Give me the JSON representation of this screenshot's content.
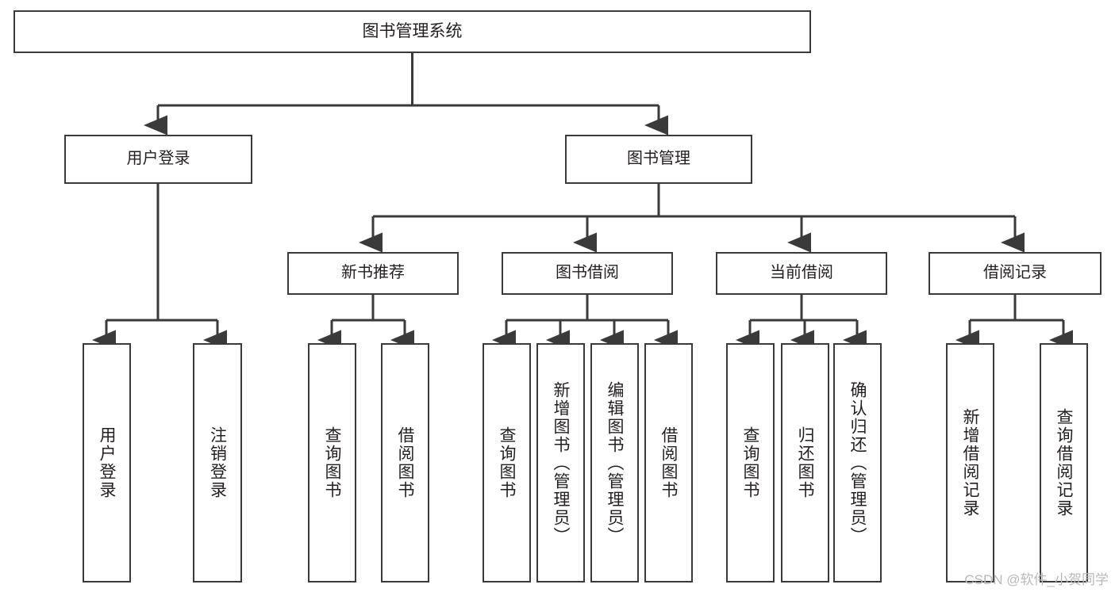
{
  "diagram": {
    "type": "tree-hierarchy",
    "title": "图书管理系统",
    "orientation": "top-down",
    "colors": {
      "box_border": "#3a3a3a",
      "box_fill": "#ffffff",
      "edge": "#3a3a3a",
      "text": "#231f20",
      "watermark": "#b9b9b9"
    },
    "nodes": {
      "root": {
        "label": "图书管理系统"
      },
      "level2": [
        {
          "id": "user-login",
          "label": "用户登录"
        },
        {
          "id": "book-management",
          "label": "图书管理"
        }
      ],
      "level3": [
        {
          "id": "new-book-recommend",
          "label": "新书推荐"
        },
        {
          "id": "book-borrow",
          "label": "图书借阅"
        },
        {
          "id": "current-borrow",
          "label": "当前借阅"
        },
        {
          "id": "borrow-record",
          "label": "借阅记录"
        }
      ],
      "leaves": {
        "user-login": [
          {
            "id": "user-login-leaf",
            "label": "用户登录"
          },
          {
            "id": "user-logout-leaf",
            "label": "注销登录"
          }
        ],
        "new-book-recommend": [
          {
            "id": "query-book-1",
            "label": "查询图书"
          },
          {
            "id": "borrow-book-1",
            "label": "借阅图书"
          }
        ],
        "book-borrow": [
          {
            "id": "query-book-2",
            "label": "查询图书"
          },
          {
            "id": "add-book-admin",
            "label": "新增图书（管理员）"
          },
          {
            "id": "edit-book-admin",
            "label": "编辑图书（管理员）"
          },
          {
            "id": "borrow-book-2",
            "label": "借阅图书"
          }
        ],
        "current-borrow": [
          {
            "id": "query-book-3",
            "label": "查询图书"
          },
          {
            "id": "return-book",
            "label": "归还图书"
          },
          {
            "id": "confirm-return-admin",
            "label": "确认归还（管理员）"
          }
        ],
        "borrow-record": [
          {
            "id": "add-borrow-record",
            "label": "新增借阅记录"
          },
          {
            "id": "query-borrow-record",
            "label": "查询借阅记录"
          }
        ]
      }
    },
    "watermark": "CSDN @软件_小贺同学"
  }
}
